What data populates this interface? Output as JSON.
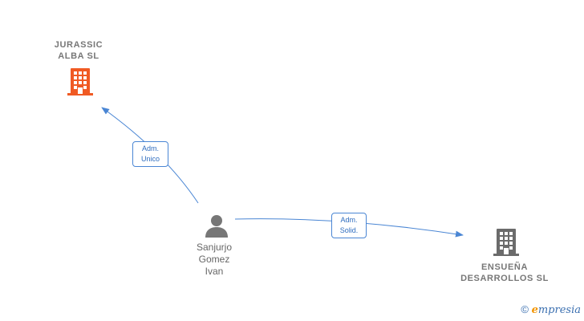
{
  "companies": [
    {
      "name_line1": "JURASSIC",
      "name_line2": "ALBA  SL",
      "color": "#f05a23",
      "icon": "building-icon"
    },
    {
      "name_line1": "ENSUEÑA",
      "name_line2": "DESARROLLOS SL",
      "color": "#6b6b6b",
      "icon": "building-icon"
    }
  ],
  "person": {
    "line1": "Sanjurjo",
    "line2": "Gomez",
    "line3": "Ivan",
    "color": "#777777",
    "icon": "person-icon"
  },
  "relations": [
    {
      "line1": "Adm.",
      "line2": "Unico"
    },
    {
      "line1": "Adm.",
      "line2": "Solid."
    }
  ],
  "edge_color": "#4a86d4",
  "footer": {
    "copyright": "©",
    "brand_initial": "e",
    "brand_rest": "mpresia"
  }
}
